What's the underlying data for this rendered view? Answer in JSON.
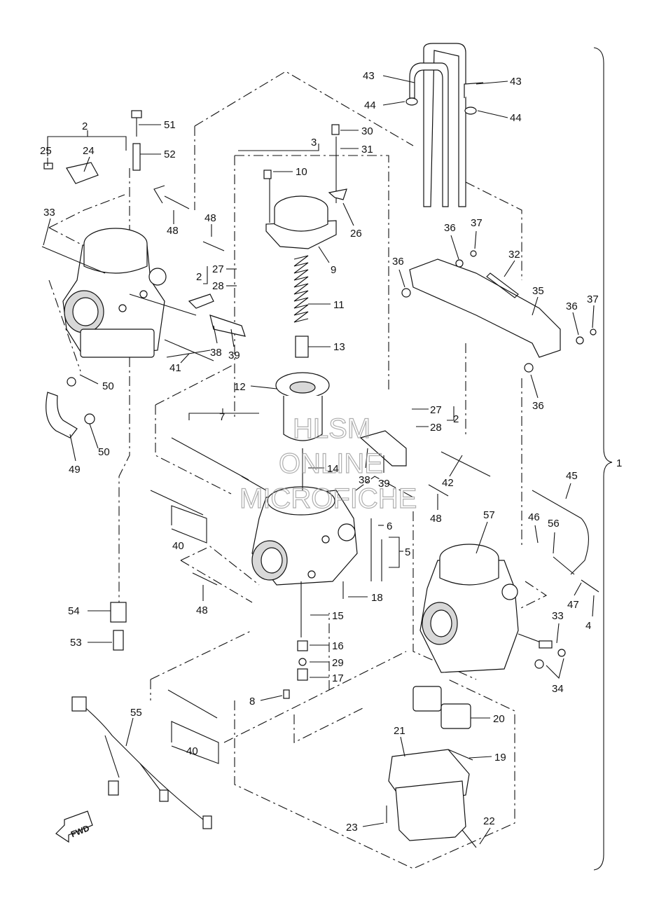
{
  "watermark": [
    "HLSM",
    "ONLINE",
    "MICROFICHE"
  ],
  "fwd_label": "FWD",
  "bracket_label": "1",
  "callouts": [
    "2",
    "24",
    "25",
    "33",
    "51",
    "52",
    "48",
    "27",
    "28",
    "41",
    "38",
    "39",
    "50",
    "49",
    "3",
    "10",
    "30",
    "31",
    "26",
    "9",
    "11",
    "13",
    "12",
    "7",
    "14",
    "43",
    "44",
    "36",
    "37",
    "32",
    "35",
    "45",
    "46",
    "56",
    "57",
    "47",
    "4",
    "34",
    "40",
    "54",
    "53",
    "55",
    "6",
    "5",
    "18",
    "15",
    "16",
    "29",
    "17",
    "8",
    "20",
    "19",
    "21",
    "23",
    "22",
    "42"
  ]
}
